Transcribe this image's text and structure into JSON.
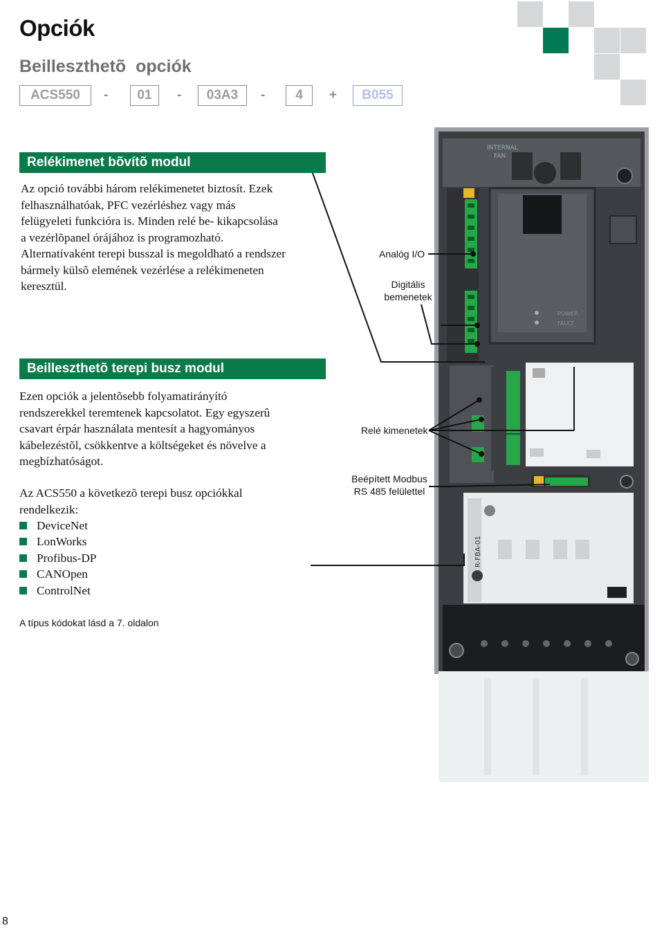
{
  "page": {
    "title": "Opciók",
    "subtitle": "Beilleszthetõ  opciók",
    "page_number": "8"
  },
  "type_code": {
    "segments": [
      "ACS550",
      "-",
      "01",
      "-",
      "03A3",
      "-",
      "4",
      "+",
      "B055"
    ],
    "highlight_color": "#b3c0ea"
  },
  "relay_section": {
    "heading": "Relékimenet bõvítõ modul",
    "lines": [
      "Az opció további három relékimenetet biztosít. Ezek",
      "felhasználhatóak, PFC vezérléshez vagy más",
      "felügyeleti funkcióra is. Minden relé be- kikapcsolása",
      "a vezérlõpanel órájához is programozható.",
      "Alternatívaként terepi busszal is megoldható a rendszer",
      "bármely külsõ elemének vezérlése a relékimeneten",
      "keresztül."
    ]
  },
  "fieldbus_section": {
    "heading": "Beilleszthetõ terepi busz modul",
    "para1_lines": [
      "Ezen opciók a jelentõsebb folyamatirányító",
      "rendszerekkel teremtenek kapcsolatot. Egy egyszerû",
      "csavart érpár használata mentesít a hagyományos",
      "kábelezéstõl, csökkentve a költségeket és növelve a",
      "megbízhatóságot."
    ],
    "para2_lines": [
      "Az ACS550 a következõ terepi busz opciókkal",
      "rendelkezik:"
    ],
    "options": [
      "DeviceNet",
      "LonWorks",
      "Profibus-DP",
      "CANOpen",
      "ControlNet"
    ]
  },
  "note": "A típus kódokat lásd a 7. oldalon",
  "callouts": {
    "analog_io": "Analóg I/O",
    "digital_inputs_1": "Digitális",
    "digital_inputs_2": "bemenetek",
    "relay_outputs": "Relé kimenetek",
    "modbus_1": "Beépített Modbus",
    "modbus_2": "RS 485 felülettel"
  },
  "device_markings": {
    "internal_fan_1": "INTERNAL",
    "internal_fan_2": "FAN",
    "power": "POWER",
    "fault": "FAULT",
    "module_name": "R-FBA-01"
  },
  "colors": {
    "brand_green": "#0b7a4b",
    "decor_gray": "#d6d7d8"
  }
}
